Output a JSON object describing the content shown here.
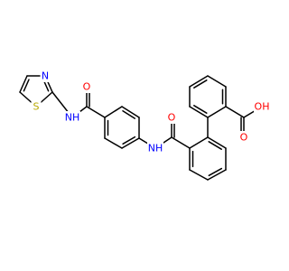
{
  "colors": {
    "bond": "#000000",
    "O": "#ff0000",
    "N": "#0000ff",
    "S": "#b8a800"
  },
  "labels": {
    "o_amide1": "O",
    "nh_thiazole": "NH",
    "n_thiazole": "N",
    "s_thiazole": "S",
    "o_amide2": "O",
    "nh_amide2": "NH",
    "o_acid": "O",
    "oh_acid": "OH"
  }
}
